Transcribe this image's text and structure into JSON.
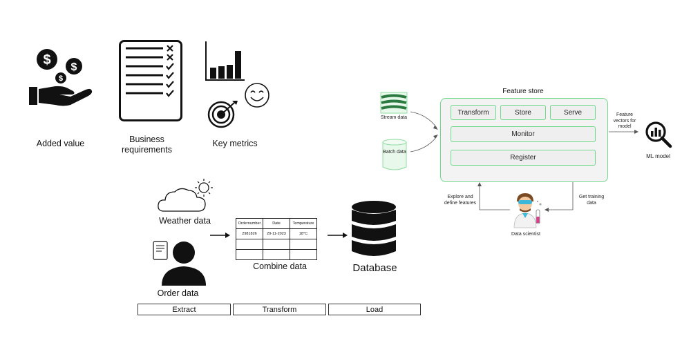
{
  "top_row": {
    "added_value": "Added value",
    "business_requirements": "Business requirements",
    "key_metrics": "Key metrics"
  },
  "etl": {
    "weather_data": "Weather data",
    "order_data": "Order data",
    "combine_data": "Combine data",
    "database": "Database",
    "table": {
      "headers": [
        "Ordernumber",
        "Date",
        "Temperature"
      ],
      "rows": [
        [
          "2981826",
          "29-11-2023",
          "18°C"
        ]
      ]
    },
    "stages": [
      "Extract",
      "Transform",
      "Load"
    ]
  },
  "feature_store": {
    "title": "Feature store",
    "stream_data": "Stream data",
    "batch_data": "Batch data",
    "transform": "Transform",
    "store": "Store",
    "serve": "Serve",
    "monitor": "Monitor",
    "register": "Register",
    "feature_vectors": "Feature vectors for model",
    "ml_model": "ML model",
    "explore": "Explore and define features",
    "get_training": "Get training data",
    "data_scientist": "Data scientist"
  }
}
